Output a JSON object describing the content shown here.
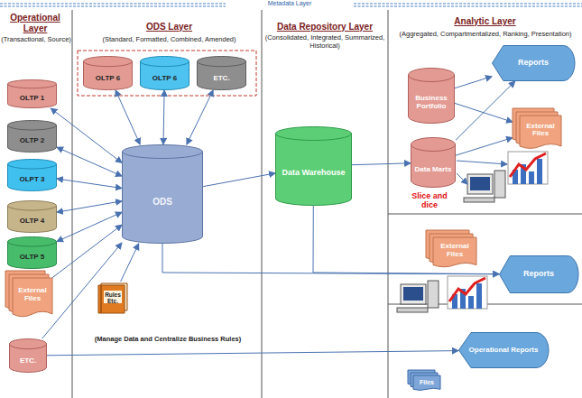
{
  "diagram": {
    "nodes": [
      {
        "text": [
          "OLTP 1"
        ]
      },
      {
        "text": [
          "OLTP 2"
        ]
      },
      {
        "text": [
          "OLPT 3"
        ]
      },
      {
        "text": [
          "OLTP 4"
        ]
      },
      {
        "text": [
          "OLTP 5"
        ]
      },
      {
        "text": [
          "External Files"
        ]
      },
      {
        "text": [
          "ETC."
        ]
      },
      {
        "text": [
          "OLTP 6"
        ]
      },
      {
        "text": [
          "OLTP 6"
        ]
      },
      {
        "text": [
          "ETC."
        ]
      },
      {
        "text": [
          "ODS"
        ]
      },
      {
        "text": [
          "Rules Etc."
        ]
      },
      {
        "text": [
          "Data Warehouse"
        ]
      },
      {
        "text": [
          "Business Portfolio"
        ]
      },
      {
        "text": [
          "Data Marts"
        ]
      },
      {
        "text": [
          "Reports"
        ]
      },
      {
        "text": [
          "External Files"
        ]
      },
      {
        "text": [
          "External Files"
        ]
      },
      {
        "text": [
          "Reports"
        ]
      },
      {
        "text": [
          "Operational Reports"
        ]
      },
      {
        "text": [
          "Files"
        ]
      }
    ],
    "edges": [
      {
        "from": 10,
        "to": 0,
        "arrow": "both"
      },
      {
        "from": 10,
        "to": 1,
        "arrow": "both"
      },
      {
        "from": 10,
        "to": 2,
        "arrow": "both"
      },
      {
        "from": 10,
        "to": 3,
        "arrow": "both"
      },
      {
        "from": 10,
        "to": 4,
        "arrow": "both"
      },
      {
        "from": 5,
        "to": 10,
        "arrow": "to"
      },
      {
        "from": 6,
        "to": 10,
        "arrow": "to"
      },
      {
        "from": 10,
        "to": 7,
        "arrow": "both"
      },
      {
        "from": 10,
        "to": 8,
        "arrow": "both"
      },
      {
        "from": 10,
        "to": 9,
        "arrow": "both"
      },
      {
        "from": 11,
        "to": 10,
        "arrow": "to"
      },
      {
        "from": 10,
        "to": 12,
        "arrow": "to"
      },
      {
        "from": 12,
        "to": 14,
        "arrow": "to"
      },
      {
        "from": 13,
        "to": 15,
        "arrow": "to"
      },
      {
        "from": 13,
        "to": 16,
        "arrow": "to"
      },
      {
        "from": 14,
        "to": 15,
        "arrow": "to"
      },
      {
        "from": 14,
        "to": 16,
        "arrow": "to"
      },
      {
        "from": 10,
        "to": 18,
        "arrow": "to"
      },
      {
        "from": 12,
        "to": 18,
        "arrow": "to"
      },
      {
        "from": 6,
        "to": 19,
        "arrow": "to"
      }
    ],
    "labels": [
      "Metadata Layer",
      "Operational Layer",
      "(Transactional, Source)",
      "ODS Layer",
      "(Standard, Formatted, Combined, Amended)",
      "Data Repository Layer",
      "(Consolidated, Integrated, Summarized, Historical)",
      "Analytic Layer",
      "(Aggregated, Compartmentalized, Ranking, Presentation)",
      "Slice and dice",
      "(Manage Data and Centralize Business Rules)"
    ]
  }
}
